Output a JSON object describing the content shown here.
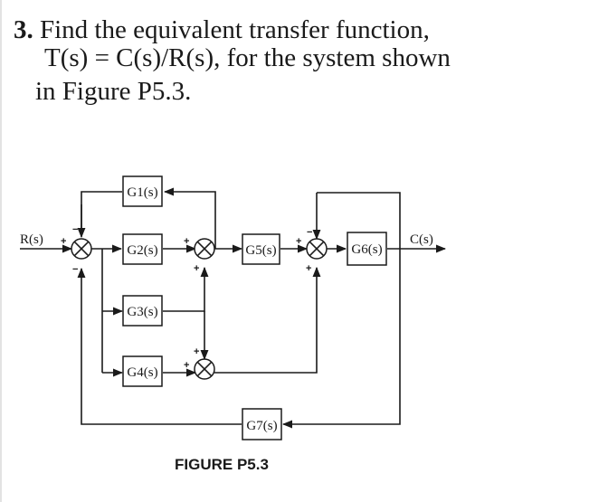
{
  "question": {
    "number": "3.",
    "line1": "Find the equivalent transfer function,",
    "line2": "T(s) = C(s)/R(s), for the system shown",
    "line3": "in Figure P5.3."
  },
  "diagram": {
    "input": "R(s)",
    "output": "C(s)",
    "blocks": {
      "g1": "G1(s)",
      "g2": "G2(s)",
      "g3": "G3(s)",
      "g4": "G4(s)",
      "g5": "G5(s)",
      "g6": "G6(s)",
      "g7": "G7(s)"
    },
    "signs": {
      "plus": "+",
      "minus": "−"
    },
    "caption": "FIGURE P5.3"
  }
}
